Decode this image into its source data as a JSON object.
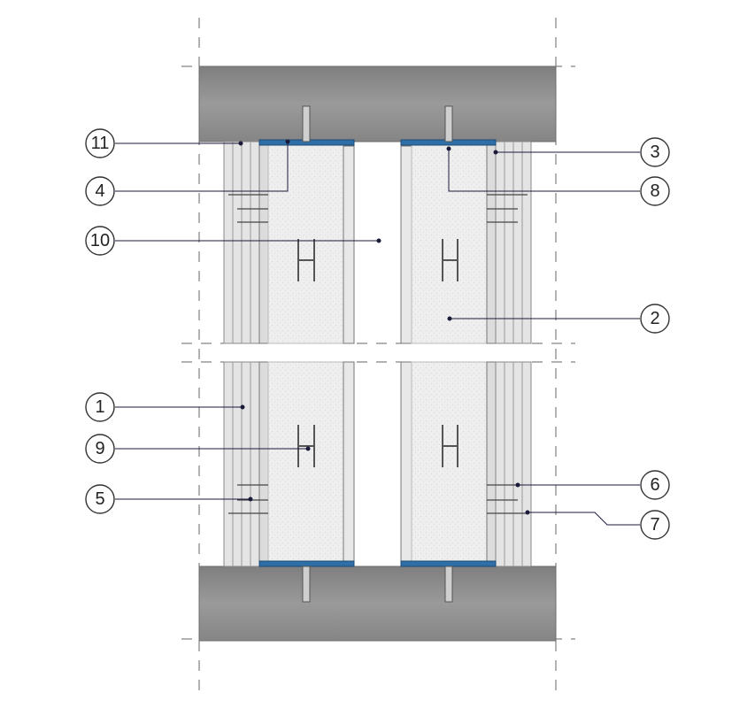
{
  "diagram": {
    "callouts": [
      {
        "id": "c1",
        "label": "1"
      },
      {
        "id": "c2",
        "label": "2"
      },
      {
        "id": "c3",
        "label": "3"
      },
      {
        "id": "c4",
        "label": "4"
      },
      {
        "id": "c5",
        "label": "5"
      },
      {
        "id": "c6",
        "label": "6"
      },
      {
        "id": "c7",
        "label": "7"
      },
      {
        "id": "c8",
        "label": "8"
      },
      {
        "id": "c9",
        "label": "9"
      },
      {
        "id": "c10",
        "label": "10"
      },
      {
        "id": "c11",
        "label": "11"
      }
    ]
  },
  "colors": {
    "slab": "#8d8d8d",
    "board": "#e6e6e6",
    "insulation": "#ececec",
    "profile": "#555555",
    "seal_tape": "#2f6fa8",
    "leader": "#1a1a3a"
  }
}
